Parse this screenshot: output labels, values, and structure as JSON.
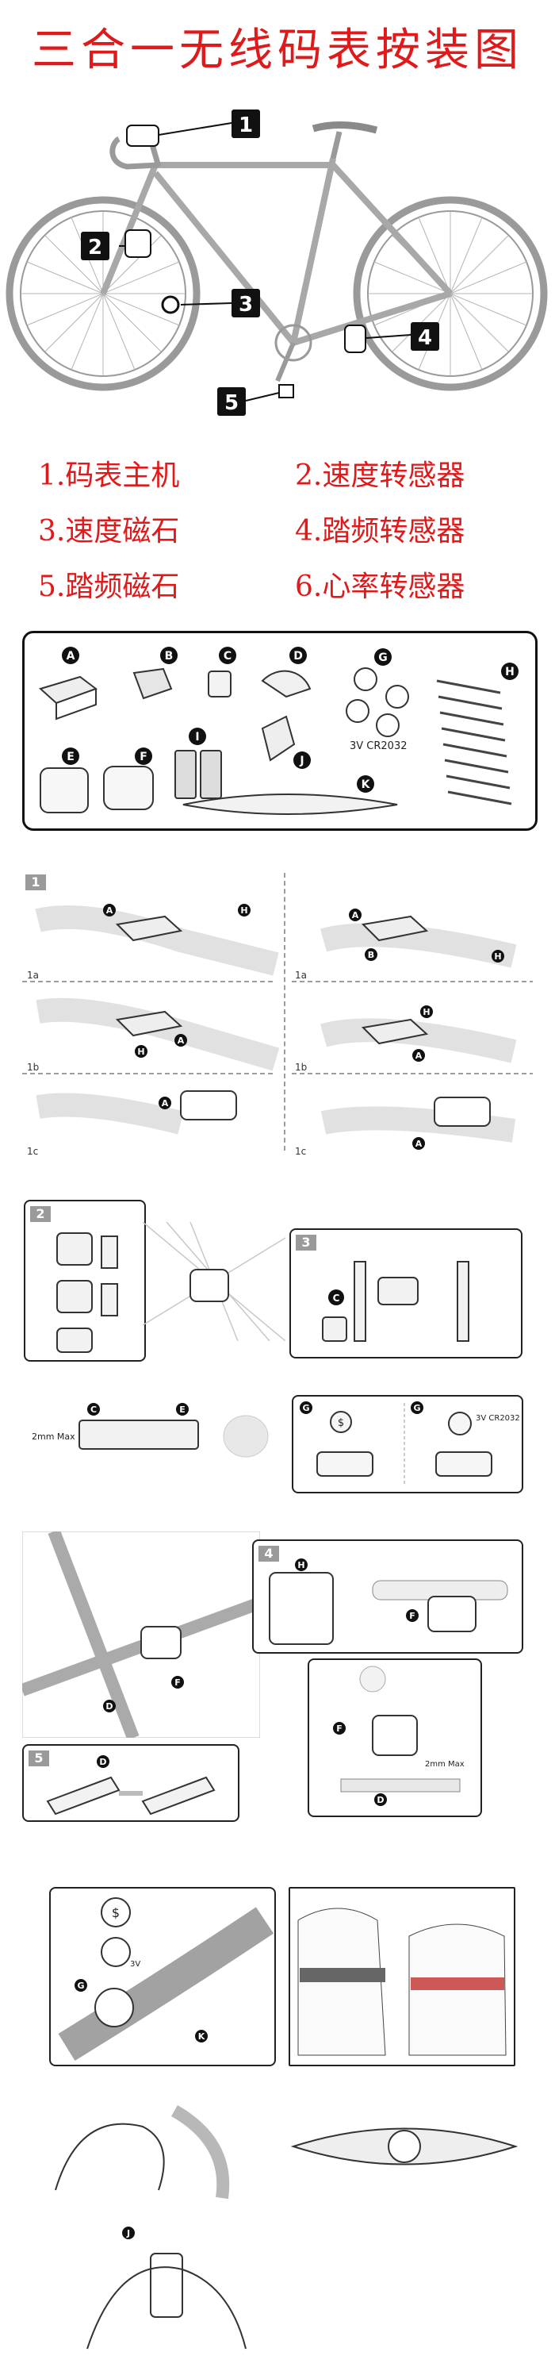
{
  "title": "三合一无线码表按装图",
  "parts": [
    {
      "num": "1.",
      "label": "码表主机"
    },
    {
      "num": "2.",
      "label": "速度转感器"
    },
    {
      "num": "3.",
      "label": "速度磁石"
    },
    {
      "num": "4.",
      "label": "踏频转感器"
    },
    {
      "num": "5.",
      "label": "踏频磁石"
    },
    {
      "num": "6.",
      "label": "心率转感器"
    }
  ],
  "bike_callouts": [
    "1",
    "2",
    "3",
    "4",
    "5"
  ],
  "components": {
    "letters": [
      "A",
      "B",
      "C",
      "D",
      "E",
      "F",
      "G",
      "H",
      "I",
      "J",
      "K"
    ],
    "battery_label": "3V CR2032"
  },
  "step1": {
    "badge": "1",
    "substeps": [
      "1a",
      "1b",
      "1c"
    ],
    "letters": [
      "A",
      "B",
      "H"
    ]
  },
  "step2": {
    "badge": "2",
    "letters": [
      "C",
      "E"
    ],
    "gap_label": "2mm Max"
  },
  "step3": {
    "badge": "3",
    "letters": [
      "C"
    ]
  },
  "battery_steps": {
    "letters": [
      "G",
      "G"
    ],
    "battery_label": "3V CR2032",
    "coin_symbol": "$"
  },
  "step4": {
    "badge": "4",
    "letters": [
      "H",
      "F",
      "D",
      "F",
      "D"
    ],
    "gap_label": "2mm Max"
  },
  "step5": {
    "badge": "5",
    "letters": [
      "D"
    ]
  },
  "heart_rate": {
    "letters": [
      "G",
      "K"
    ],
    "battery_label": "3V",
    "coin_symbol": "$"
  },
  "strap": {
    "letters": [
      "J"
    ]
  }
}
